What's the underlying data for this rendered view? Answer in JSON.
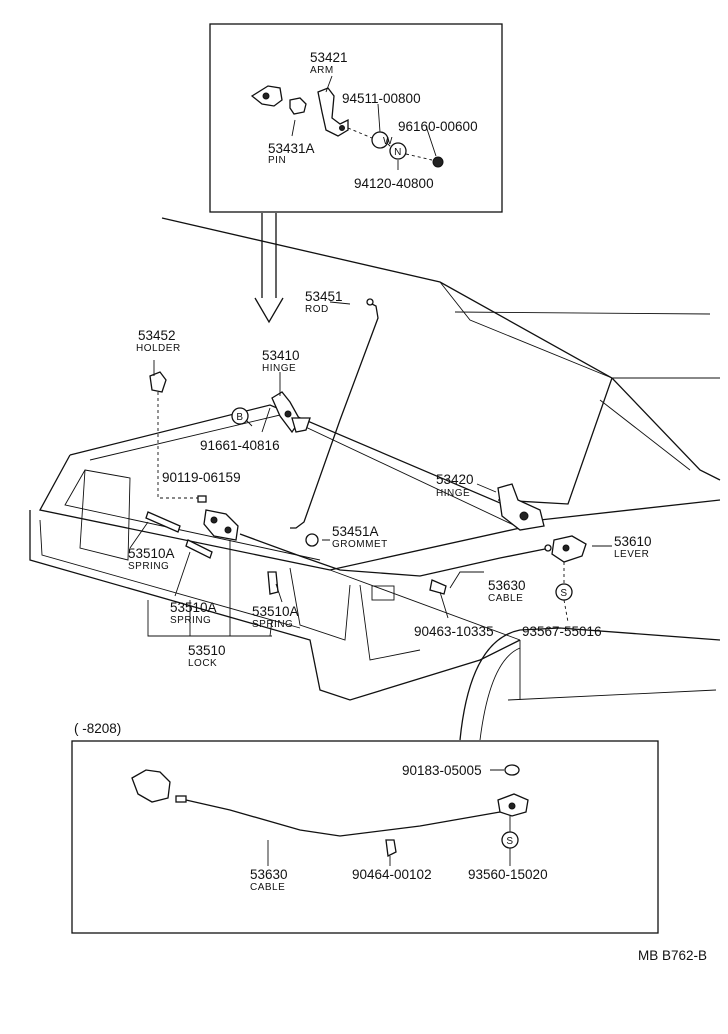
{
  "parts": {
    "arm_num": "53421",
    "arm_cap": "ARM",
    "bolt_num": "94511-00800",
    "nut_num": "96160-00600",
    "pin_num": "53431A",
    "pin_cap": "PIN",
    "washer_num": "94120-40800",
    "rod_num": "53451",
    "rod_cap": "ROD",
    "holder_num": "53452",
    "holder_cap": "HOLDER",
    "hinge_num": "53410",
    "hinge_cap": "HINGE",
    "hinge_bolt_num": "91661-40816",
    "clip_num": "90119-06159",
    "hinge2_num": "53420",
    "hinge2_cap": "HINGE",
    "grommet_num": "53451A",
    "grommet_cap": "GROMMET",
    "lever_num": "53610",
    "lever_cap": "LEVER",
    "spring1_num": "53510A",
    "spring1_cap": "SPRING",
    "cable_num": "53630",
    "cable_cap": "CABLE",
    "spring2_num": "53510A",
    "spring2_cap": "SPRING",
    "spring3_num": "53510A",
    "spring3_cap": "SPRING",
    "clamp_num": "90463-10335",
    "screw_num": "93567-55016",
    "lock_num": "53510",
    "lock_cap": "LOCK",
    "b_letter": "B",
    "w_letter": "W",
    "n_letter": "N",
    "s_letter": "S"
  },
  "inset2": {
    "range": "(      -8208)",
    "grommet2_num": "90183-05005",
    "cable2_num": "53630",
    "cable2_cap": "CABLE",
    "clamp2_num": "90464-00102",
    "screw2_num": "93560-15020"
  },
  "footer": {
    "code": "MB  B762-B"
  }
}
